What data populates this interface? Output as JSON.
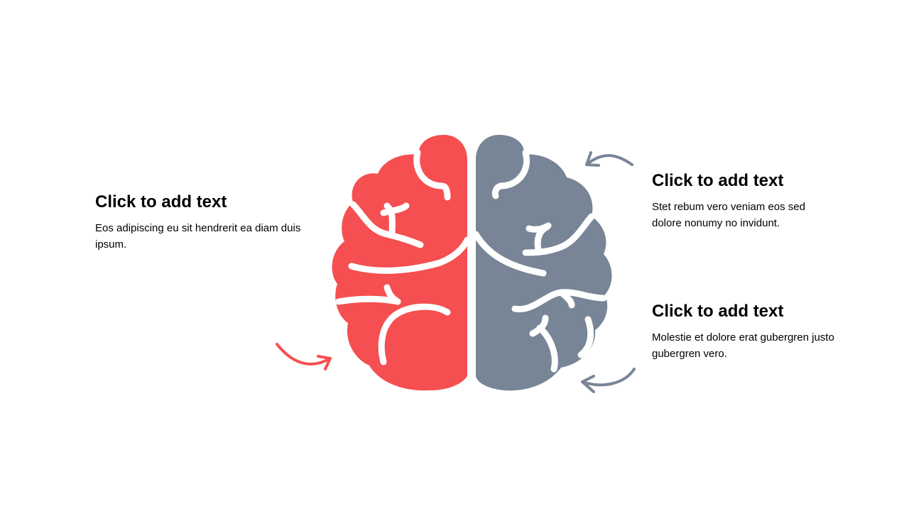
{
  "blocks": {
    "left": {
      "title": "Click to add text",
      "body": "Eos adipiscing eu sit hendrerit ea diam duis ipsum."
    },
    "right_top": {
      "title": "Click to add text",
      "body": "Stet rebum vero veniam eos sed dolore nonumy no invidunt."
    },
    "right_bottom": {
      "title": "Click to add text",
      "body": "Molestie et dolore erat gubergren justo gubergren vero."
    }
  },
  "colors": {
    "left_hemisphere": "#f54f51",
    "right_hemisphere": "#788596",
    "arrow_left": "#f54f51",
    "arrow_right": "#788596",
    "background": "#ffffff"
  },
  "icons": [
    "brain-icon",
    "curved-arrow-icon"
  ]
}
